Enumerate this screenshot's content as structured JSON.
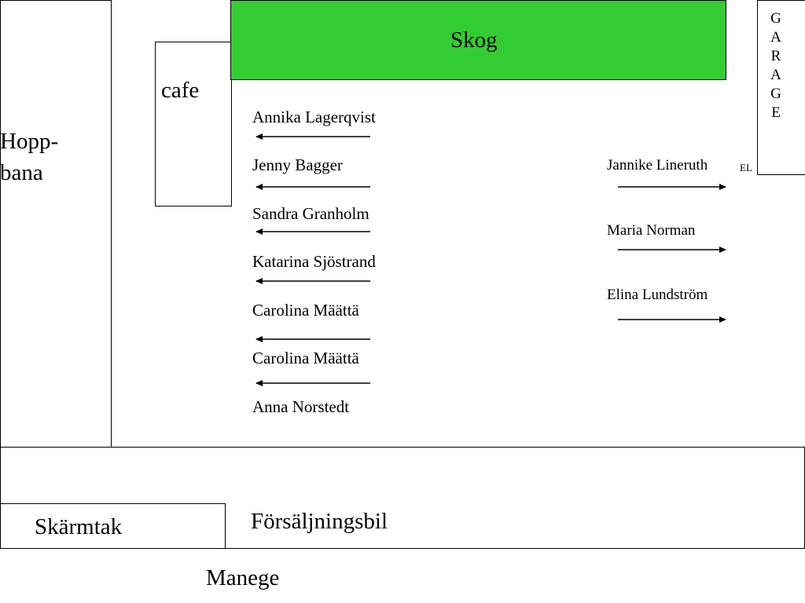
{
  "areas": {
    "hoppbana_line1": "Hopp-",
    "hoppbana_line2": "bana",
    "cafe": "cafe",
    "skog": "Skog",
    "garage_letters": [
      "G",
      "A",
      "R",
      "A",
      "G",
      "E"
    ],
    "el": "EL",
    "skarmtak": "Skärmtak",
    "forsaljningsbil": "Försäljningsbil",
    "manege": "Manege"
  },
  "left_names": [
    "Annika Lagerqvist",
    "Jenny Bagger",
    "Sandra Granholm",
    "Katarina Sjöstrand",
    "Carolina Määttä",
    "Carolina Määttä",
    "Anna Norstedt"
  ],
  "right_names": [
    "Jannike Lineruth",
    "Maria Norman",
    "Elina Lundström"
  ],
  "colors": {
    "skog_fill": "#33cc33",
    "stroke": "#000000",
    "background": "#ffffff"
  }
}
